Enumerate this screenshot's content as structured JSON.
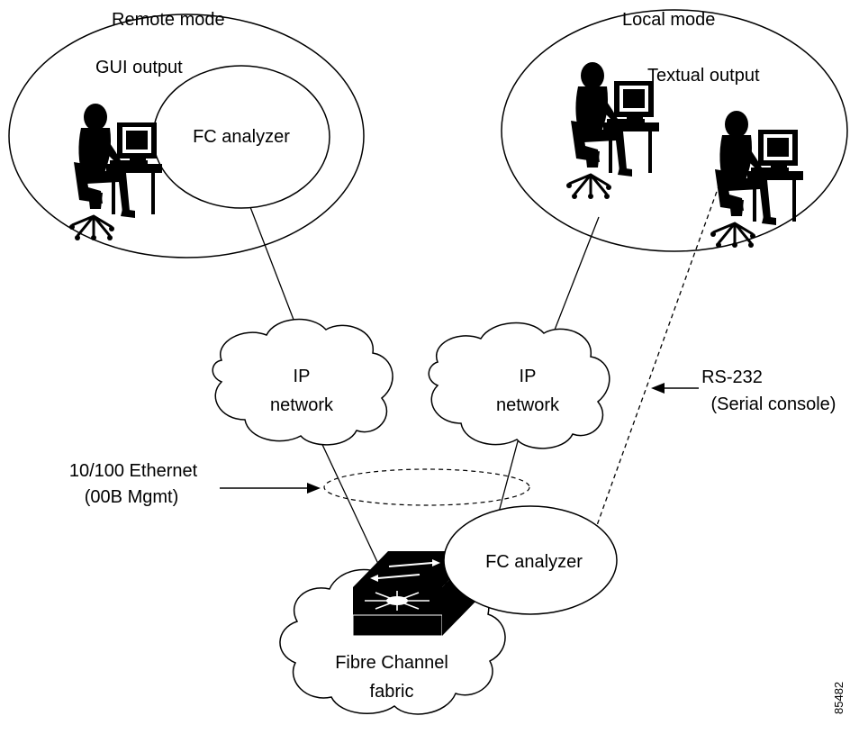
{
  "remote": {
    "mode_label": "Remote mode",
    "output_label": "GUI output",
    "analyzer_label": "FC analyzer"
  },
  "local": {
    "mode_label": "Local mode",
    "output_label": "Textual output"
  },
  "networks": {
    "left": {
      "line1": "IP",
      "line2": "network"
    },
    "right": {
      "line1": "IP",
      "line2": "network"
    }
  },
  "serial": {
    "line1": "RS-232",
    "line2": "(Serial console)"
  },
  "ethernet": {
    "line1": "10/100 Ethernet",
    "line2": "(00B Mgmt)"
  },
  "switch_analyzer_label": "FC analyzer",
  "fabric": {
    "line1": "Fibre Channel",
    "line2": "fabric"
  },
  "figure_number": "85482",
  "icons": {
    "person": "person-at-computer-icon",
    "switch": "fibre-channel-switch-icon",
    "cloud": "cloud-icon"
  }
}
